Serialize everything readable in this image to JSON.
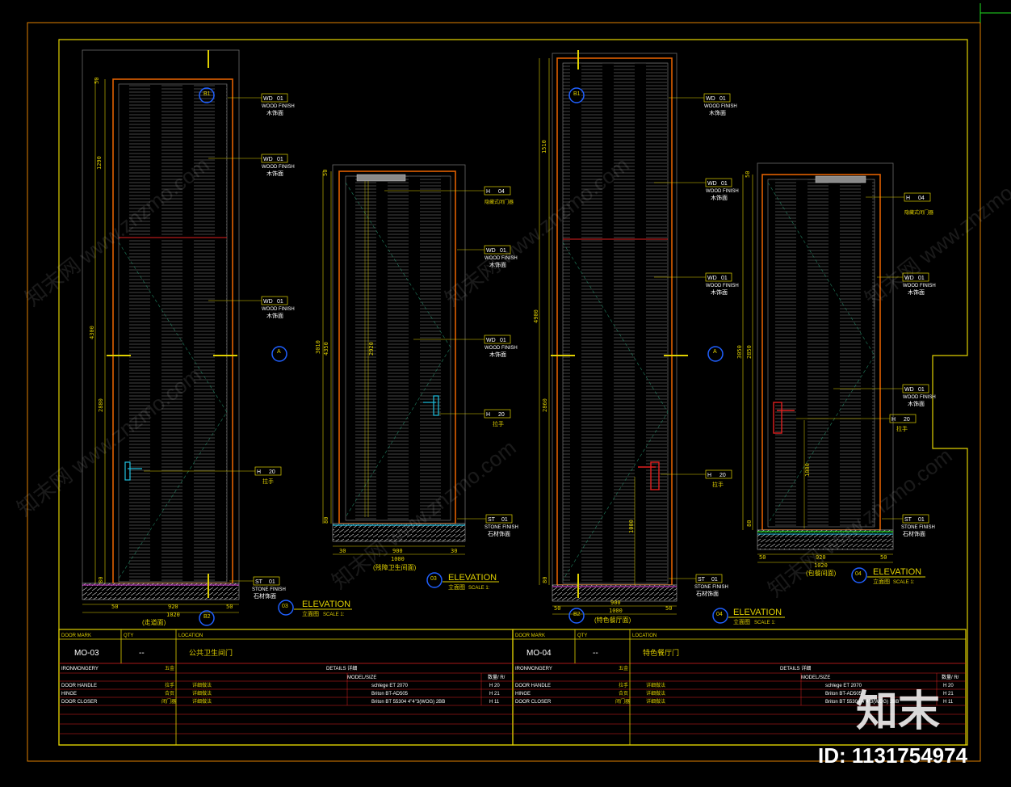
{
  "colors": {
    "background": "#000000",
    "frame": "#e0d000",
    "outer": "#e08000",
    "door_edge": "#e06000",
    "red": "#e02020",
    "cyan": "#20c0e0",
    "white": "#ffffff",
    "green": "#20e020",
    "blue": "#2060ff"
  },
  "doors": [
    {
      "dims_left": [
        "50",
        "1290",
        "4300",
        "2880",
        "80"
      ],
      "dims_bottom": [
        "50",
        "920",
        "50",
        "1020"
      ],
      "tags": [
        {
          "code": "WD",
          "num": "01",
          "en": "WOOD FINISH",
          "cn": "木饰面"
        },
        {
          "code": "WD",
          "num": "01",
          "en": "WOOD FINISH",
          "cn": "木饰面"
        },
        {
          "code": "WD",
          "num": "01",
          "en": "WOOD FINISH",
          "cn": "木饰面"
        },
        {
          "code": "H",
          "num": "20",
          "en": "",
          "cn": "拉手"
        },
        {
          "code": "ST",
          "num": "01",
          "en": "STONE FINISH",
          "cn": "石材饰面"
        }
      ],
      "bottom_label": "(走道面)",
      "marker_top": "B1",
      "marker_bottom": "B2",
      "marker_side": "A"
    },
    {
      "dims_left": [
        "50",
        "3010",
        "4350",
        "2920",
        "80"
      ],
      "dims_bottom": [
        "30",
        "900",
        "30",
        "1000"
      ],
      "tags": [
        {
          "code": "H",
          "num": "04",
          "en": "",
          "cn": "隐藏式闭门器"
        },
        {
          "code": "WD",
          "num": "01",
          "en": "WOOD FINISH",
          "cn": "木饰面"
        },
        {
          "code": "WD",
          "num": "01",
          "en": "WOOD FINISH",
          "cn": "木饰面"
        },
        {
          "code": "H",
          "num": "20",
          "en": "",
          "cn": "拉手"
        },
        {
          "code": "ST",
          "num": "01",
          "en": "STONE FINISH",
          "cn": "石材饰面"
        }
      ],
      "bottom_label": "(残障卫生间面)"
    },
    {
      "dims_left": [
        "1510",
        "4900",
        "2860",
        "80"
      ],
      "dims_bottom": [
        "50",
        "900",
        "50",
        "1000"
      ],
      "tags": [
        {
          "code": "WD",
          "num": "01",
          "en": "WOOD FINISH",
          "cn": "木饰面"
        },
        {
          "code": "WD",
          "num": "01",
          "en": "WOOD FINISH",
          "cn": "木饰面"
        },
        {
          "code": "WD",
          "num": "01",
          "en": "WOOD FINISH",
          "cn": "木饰面"
        },
        {
          "code": "H",
          "num": "20",
          "en": "",
          "cn": "拉手"
        },
        {
          "code": "ST",
          "num": "01",
          "en": "STONE FINISH",
          "cn": "石材饰面"
        }
      ],
      "bottom_label": "(特色餐厅面)",
      "marker_top": "B1",
      "marker_bottom": "B2",
      "marker_side": "A",
      "handle_height": "1000"
    },
    {
      "dims_left": [
        "50",
        "3050",
        "2850",
        "80"
      ],
      "dims_bottom": [
        "50",
        "920",
        "50",
        "1020"
      ],
      "tags": [
        {
          "code": "H",
          "num": "04",
          "en": "",
          "cn": "隐藏式闭门器"
        },
        {
          "code": "WD",
          "num": "01",
          "en": "WOOD FINISH",
          "cn": "木饰面"
        },
        {
          "code": "WD",
          "num": "01",
          "en": "WOOD FINISH",
          "cn": "木饰面"
        },
        {
          "code": "H",
          "num": "20",
          "en": "",
          "cn": "拉手"
        },
        {
          "code": "ST",
          "num": "01",
          "en": "STONE FINISH",
          "cn": "石材饰面"
        }
      ],
      "bottom_label": "(包餐间面)",
      "handle_height": "1000"
    }
  ],
  "elevations": [
    {
      "num": "03",
      "title": "ELEVATION",
      "cn": "立面图",
      "scale": "SCALE 1:"
    },
    {
      "num": "03",
      "title": "ELEVATION",
      "cn": "立面图",
      "scale": "SCALE 1:"
    },
    {
      "num": "04",
      "title": "ELEVATION",
      "cn": "立面图",
      "scale": "SCALE 1:"
    },
    {
      "num": "04",
      "title": "ELEVATION",
      "cn": "立面图",
      "scale": "SCALE 1:"
    }
  ],
  "schedules": [
    {
      "hdr_mark": "DOOR MARK",
      "hdr_qty": "QTY",
      "hdr_loc": "LOCATION",
      "mark": "MO-03",
      "qty": "--",
      "location": "公共卫生间门",
      "iron": "IRONMONGERY",
      "iron_cn": "五金",
      "details": "DETAILS 详细",
      "model": "MODEL/SIZE",
      "qty_hdr": "数量/ R/",
      "rows": [
        {
          "en": "DOOR HANDLE",
          "cn": "拉手",
          "spec": "详细做法",
          "model": "schlege ET 2070",
          "code": "H 20"
        },
        {
          "en": "HINGE",
          "cn": "合页",
          "spec": "详细做法",
          "model": "Briton BT-AD505",
          "code": "H 21"
        },
        {
          "en": "DOOR CLOSER",
          "cn": "闭门器",
          "spec": "详细做法",
          "model": "Briton BT 55304 4\"4\"3(WOG) 2BB",
          "code": "H 11"
        }
      ]
    },
    {
      "hdr_mark": "DOOR MARK",
      "hdr_qty": "QTY",
      "hdr_loc": "LOCATION",
      "mark": "MO-04",
      "qty": "--",
      "location": "特色餐厅门",
      "iron": "IRONMONGERY",
      "iron_cn": "五金",
      "details": "DETAILS 详细",
      "model": "MODEL/SIZE",
      "qty_hdr": "数量/ R/",
      "rows": [
        {
          "en": "DOOR HANDLE",
          "cn": "拉手",
          "spec": "详细做法",
          "model": "schlege ET 2070",
          "code": "H 20"
        },
        {
          "en": "HINGE",
          "cn": "合页",
          "spec": "详细做法",
          "model": "Briton BT-AD505",
          "code": "H 21"
        },
        {
          "en": "DOOR CLOSER",
          "cn": "闭门器",
          "spec": "详细做法",
          "model": "Briton BT 55304 4\"4\"3(WOG) 2BB",
          "code": "H 11"
        }
      ]
    }
  ],
  "watermark": {
    "text": "知末网 www.znzmo.com",
    "logo": "知末",
    "id": "ID: 1131754974"
  }
}
